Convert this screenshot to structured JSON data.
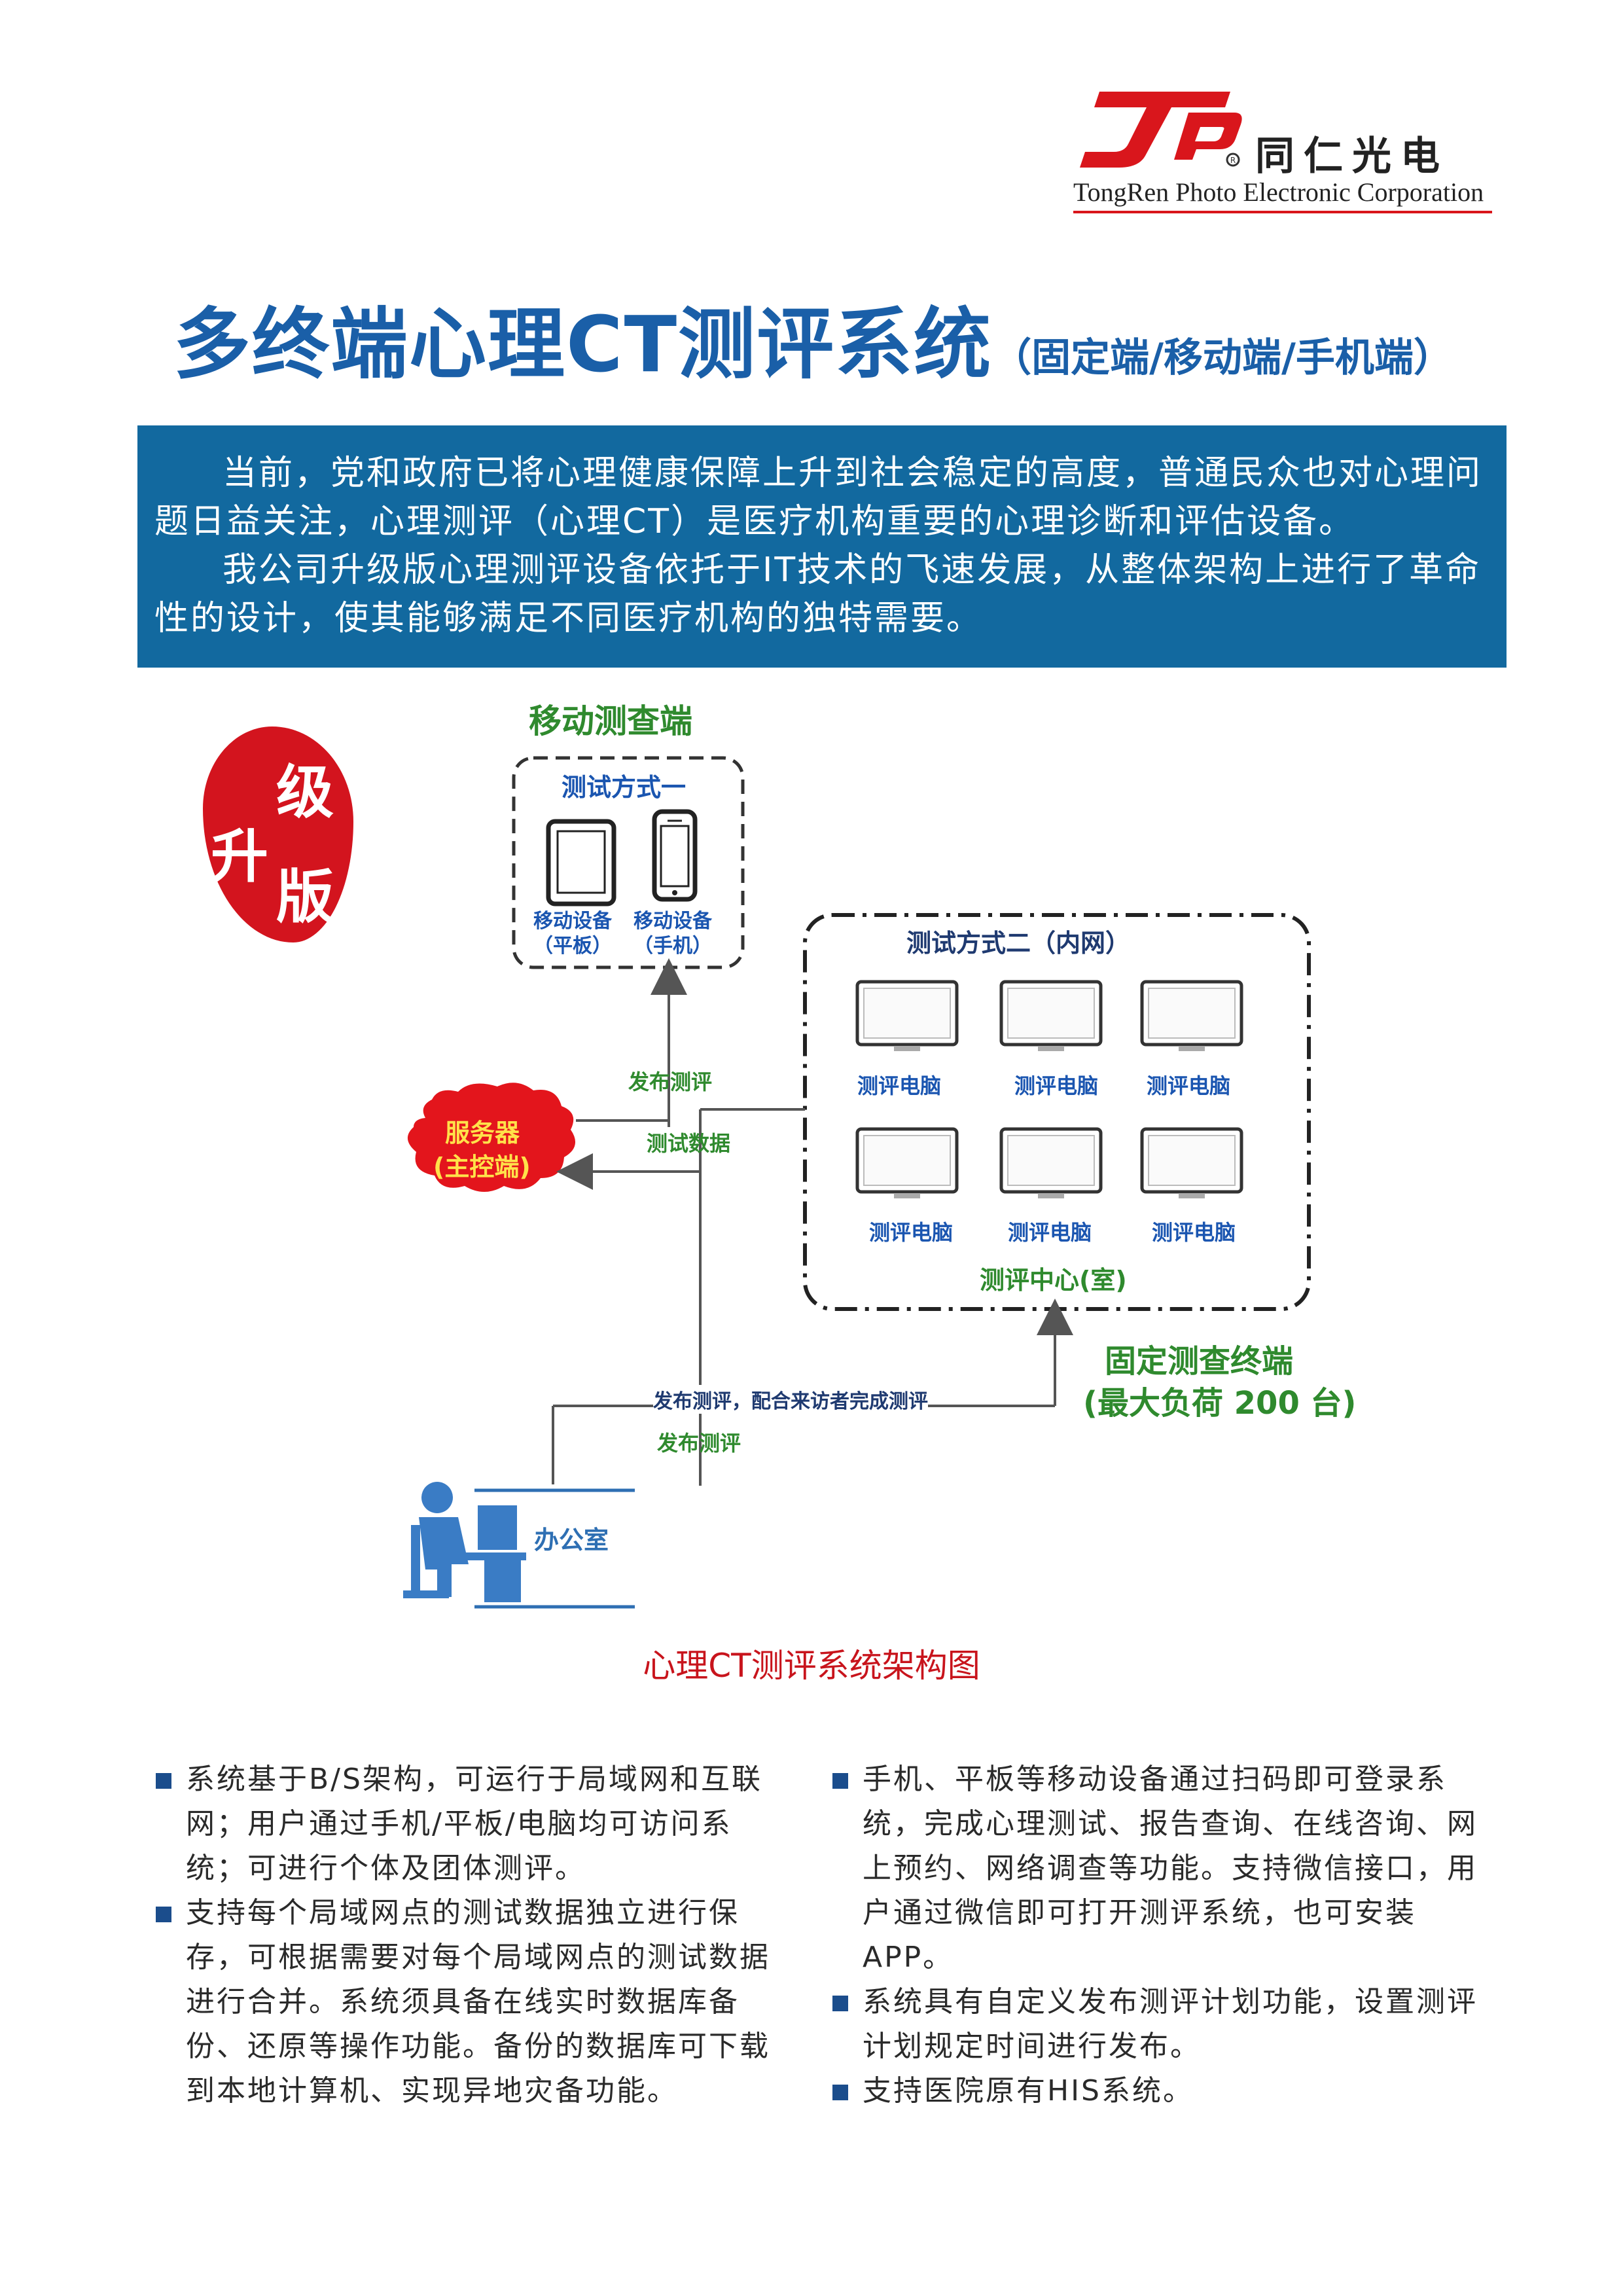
{
  "logo": {
    "brand_cn": "同仁光电",
    "brand_en": "TongRen Photo Electronic Corporation",
    "colors": {
      "red": "#d9161c"
    }
  },
  "title": {
    "main": "多终端心理CT测评系统",
    "sub": "（固定端/移动端/手机端）",
    "color": "#1a5fa8"
  },
  "intro": {
    "paragraphs": [
      "当前，党和政府已将心理健康保障上升到社会稳定的高度，普通民众也对心理问题日益关注，心理测评（心理CT）是医疗机构重要的心理诊断和评估设备。",
      "我公司升级版心理测评设备依托于IT技术的飞速发展，从整体架构上进行了革命性的设计，使其能够满足不同医疗机构的独特需要。"
    ],
    "background": "#12699f"
  },
  "stamp": {
    "chars": [
      "升",
      "级",
      "版"
    ],
    "color": "#d3141e"
  },
  "diagram": {
    "mobile_label": "移动测查端",
    "mode1_label": "测试方式一",
    "tablet_label_1": "移动设备",
    "tablet_label_2": "（平板）",
    "phone_label_1": "移动设备",
    "phone_label_2": "（手机）",
    "mode2_label": "测试方式二（内网）",
    "pc_labels": [
      "测评电脑",
      "测评电脑",
      "测评电脑",
      "测评电脑",
      "测评电脑",
      "测评电脑"
    ],
    "center_label": "测评中心(室)",
    "fixed_label_1": "固定测查终端",
    "fixed_label_2": "(最大负荷 200 台)",
    "server_label_1": "服务器",
    "server_label_2": "(主控端)",
    "publish_label": "发布测评",
    "test_data_label": "测试数据",
    "publish_assist_label": "发布测评，配合来访者完成测评",
    "publish_label_2": "发布测评",
    "office_label": "办公室"
  },
  "caption": "心理CT测评系统架构图",
  "bullets_left": [
    "系统基于B/S架构，可运行于局域网和互联网；用户通过手机/平板/电脑均可访问系统；可进行个体及团体测评。",
    "支持每个局域网点的测试数据独立进行保存，可根据需要对每个局域网点的测试数据进行合并。系统须具备在线实时数据库备份、还原等操作功能。备份的数据库可下载到本地计算机、实现异地灾备功能。"
  ],
  "bullets_right": [
    "手机、平板等移动设备通过扫码即可登录系统，完成心理测试、报告查询、在线咨询、网上预约、网络调查等功能。支持微信接口，用户通过微信即可打开测评系统，也可安装APP。",
    "系统具有自定义发布测评计划功能，设置测评计划规定时间进行发布。",
    "支持医院原有HIS系统。"
  ]
}
